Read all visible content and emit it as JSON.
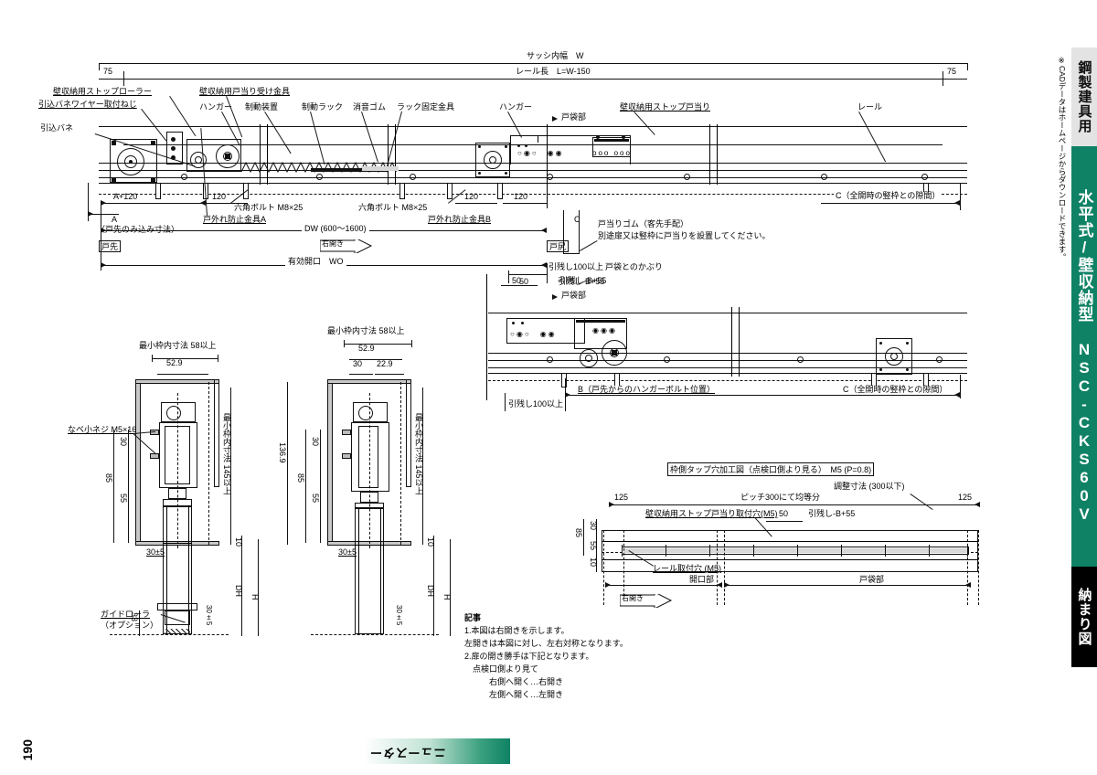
{
  "document": {
    "page_number": "190",
    "brand": "ニュースター",
    "sidebar": {
      "category": "鋼製建具用",
      "type": "水平式/壁収納型",
      "model": "NSC-CKS60V",
      "section": "納まり図",
      "note": "※CADデータはホームページからダウンロードできます。"
    }
  },
  "plan_view": {
    "top_dims": {
      "sash_width": "サッシ内幅　W",
      "rail_length": "レール長　L=W-150",
      "left_margin": "75",
      "right_margin": "75"
    },
    "callouts": [
      "壁収納用ストップローラー",
      "引込バネワイヤー取付ねじ",
      "引込バネ",
      "壁収納用戸当り受け金具",
      "ハンガー",
      "制動装置",
      "制動ラック",
      "消音ゴム",
      "ラック固定金具",
      "壁収納用ストップ戸当り",
      "レール"
    ],
    "hanger_label": "ハンガー",
    "pocket_label": "戸袋部",
    "bottom_dims": {
      "a_plus_120": "A+120",
      "pitch_120_1": "120",
      "pitch_120_2": "120",
      "pitch_120_3": "120",
      "bolt_left": "六角ボルト M8×25",
      "bolt_right": "六角ボルト M8×25",
      "stopper_a": "戸外れ防止金具A",
      "stopper_b": "戸外れ防止金具B",
      "a_label": "A",
      "a_note": "（戸先のみ込み寸法）",
      "dw": "DW (600〜1600)",
      "wo": "有効開口　WO",
      "tosaki": "戸先",
      "toshiri": "戸尻",
      "right_open": "右開き",
      "clearance_c": "C（全開時の竪枠との隙間）",
      "mark_c": "C"
    },
    "rubber_note_1": "戸当りゴム（客先手配）",
    "rubber_note_2": "別途扉又は竪枠に戸当りを設置してください。",
    "overlap": "戸袋とのかぶり",
    "remain_100": "引残し100以上",
    "remain_b55": "引残し-B+55",
    "dim_50": "50"
  },
  "detail_view": {
    "dim_50": "50",
    "remain_b55": "引残し-B+55",
    "pocket_label": "戸袋部",
    "remain_100": "引残し100以上",
    "dim_b": "B（戸先からのハンガーボルト位置）",
    "dim_c": "C（全開時の竪枠との隙間）"
  },
  "section_left": {
    "title_min_frame_w": "最小枠内寸法 58以上",
    "dim_52_9": "52.9",
    "screw": "なべ小ネジ M5×16",
    "dim_85": "85",
    "dim_30": "30",
    "dim_55": "55",
    "dim_30pm5": "30±5",
    "dim_min_frame_h": "最小枠内寸法 145以上",
    "dim_10": "10",
    "dim_dh": "DH",
    "dim_h": "H",
    "dim_33": "33",
    "dim_30pm5b": "30±5",
    "guide_roller": "ガイドローラ",
    "guide_roller_opt": "（オプション）"
  },
  "section_right": {
    "title_min_frame_w": "最小枠内寸法 58以上",
    "dim_52_9": "52.9",
    "dim_30": "30",
    "dim_22_9": "22.9",
    "dim_136_9": "136.9",
    "dim_85": "85",
    "dim_30b": "30",
    "dim_55": "55",
    "dim_30pm5": "30±5",
    "dim_min_frame_h": "最小枠内寸法 145以上",
    "dim_10": "10",
    "dim_dh": "DH",
    "dim_h": "H",
    "dim_30pm5b": "30±5"
  },
  "tap_detail": {
    "title": "枠側タップ穴加工図（点検口側より見る）　M5 (P=0.8)",
    "dim_125_left": "125",
    "dim_125_right": "125",
    "pitch": "ピッチ300にて均等分",
    "adjust": "調整寸法 (300以下)",
    "stop_hole": "壁収納用ストップ戸当り取付穴(M5)",
    "dim_50": "50",
    "remain_b55": "引残し-B+55",
    "rail_hole": "レール取付穴 (M5)",
    "opening": "開口部",
    "pocket": "戸袋部",
    "right_open": "右開き",
    "dim_85": "85",
    "dim_30": "30",
    "dim_55": "55",
    "dim_10": "10"
  },
  "notes": {
    "title": "記事",
    "lines": [
      "1.本図は右開きを示します。",
      "左開きは本図に対し、左右対称となります。",
      "2.扉の開き勝手は下記となります。",
      "　点検口側より見て",
      "　　　右側へ開く…右開き",
      "　　　左側へ開く…左開き"
    ]
  },
  "colors": {
    "brand_green": "#0f8265",
    "tab_gray": "#e3e3e3",
    "line": "#111111"
  }
}
